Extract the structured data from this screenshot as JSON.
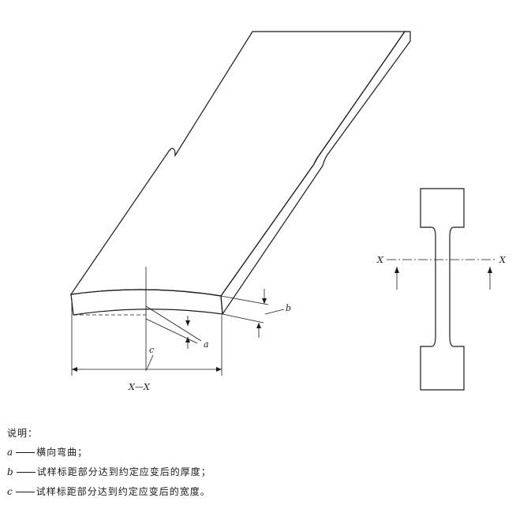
{
  "figure": {
    "labels": {
      "a": "a",
      "b": "b",
      "c": "c",
      "section": "X—X",
      "x_left": "X",
      "x_right": "X"
    }
  },
  "legend": {
    "title": "说明：",
    "items": [
      {
        "key": "a",
        "text": "横向弯曲；"
      },
      {
        "key": "b",
        "text": "试样标距部分达到约定应变后的厚度；"
      },
      {
        "key": "c",
        "text": "试样标距部分达到约定应变后的宽度。"
      }
    ]
  }
}
